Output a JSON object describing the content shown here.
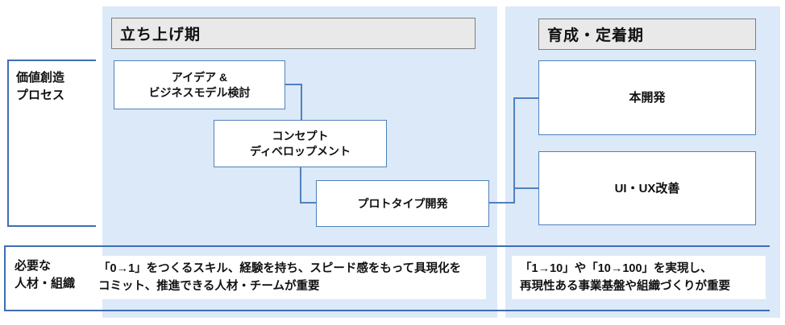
{
  "colors": {
    "panel_bg": "#dce9f8",
    "bracket_blue": "#3f6eb5",
    "box_border_blue": "#4f81bd",
    "header_bg": "#e9e9e9",
    "header_border": "#7f7f7f",
    "text": "#111111"
  },
  "rows": {
    "process": {
      "label_line1": "価値創造",
      "label_line2": "プロセス"
    },
    "talent": {
      "label_line1": "必要な",
      "label_line2": "人材・組織"
    }
  },
  "phases": {
    "startup": {
      "label": "立ち上げ期"
    },
    "growth": {
      "label": "育成・定着期"
    }
  },
  "process_boxes": {
    "idea": {
      "line1": "アイデア &",
      "line2": "ビジネスモデル検討"
    },
    "concept": {
      "line1": "コンセプト",
      "line2": "ディベロップメント"
    },
    "prototype": {
      "line1": "プロトタイプ開発"
    },
    "main_dev": {
      "line1": "本開発"
    },
    "uiux": {
      "line1": "UI・UX改善"
    }
  },
  "talent_notes": {
    "startup": {
      "line1": "「0→1」をつくるスキル、経験を持ち、スピード感をもって具現化を",
      "line2": "コミット、推進できる人材・チームが重要"
    },
    "growth": {
      "line1": "「1→10」や「10→100」を実現し、",
      "line2": "再現性ある事業基盤や組織づくりが重要"
    }
  }
}
